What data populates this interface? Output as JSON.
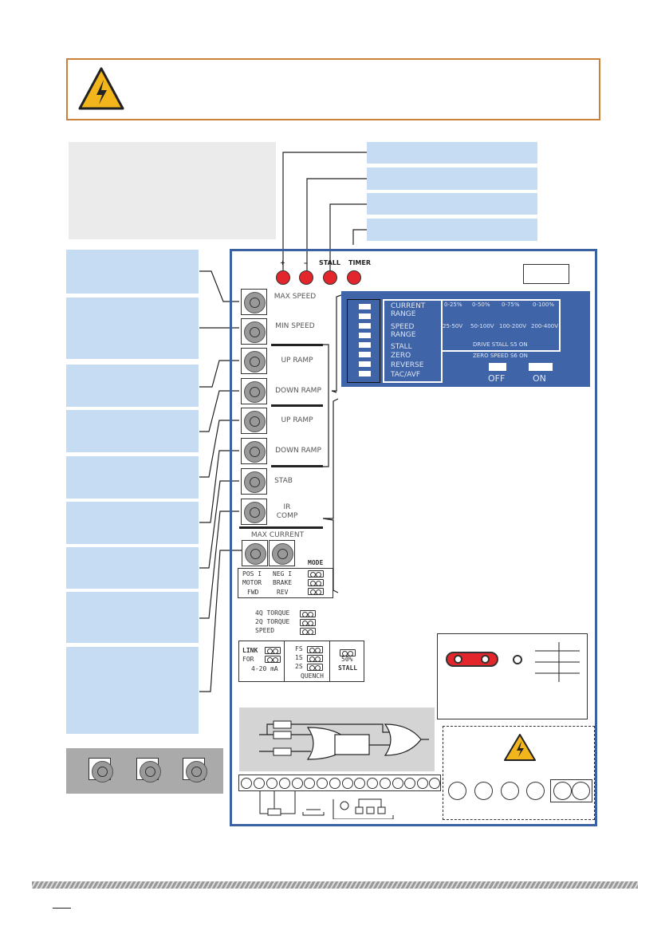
{
  "leds": {
    "plus": "+",
    "minus": "–",
    "stall": "STALL",
    "timer": "TIMER",
    "color": "#e3262c"
  },
  "pots": {
    "max_speed": "MAX SPEED",
    "min_speed": "MIN SPEED",
    "up_ramp_1": "UP RAMP",
    "down_ramp_1": "DOWN RAMP",
    "up_ramp_2": "UP RAMP",
    "down_ramp_2": "DOWN RAMP",
    "stab": "STAB",
    "ir_comp": "IR COMP",
    "max_current": "MAX CURRENT"
  },
  "panel": {
    "current_range": "CURRENT RANGE",
    "current_opts": [
      "0-25%",
      "0-50%",
      "0-75%",
      "0-100%"
    ],
    "speed_range": "SPEED RANGE",
    "speed_opts": [
      "25-50V",
      "50-100V",
      "100-200V",
      "200-400V"
    ],
    "stall": "STALL",
    "zero": "ZERO",
    "reverse": "REVERSE",
    "tac_avf": "TAC/AVF",
    "drive_stall": "DRIVE STALL S5 ON",
    "zero_speed": "ZERO SPEED S6 ON",
    "off": "OFF",
    "on": "ON",
    "color": "#3f64a8"
  },
  "mode": {
    "title": "MODE",
    "pos_i": "POS I",
    "neg_i": "NEG I",
    "motor": "MOTOR",
    "brake": "BRAKE",
    "fwd": "FWD",
    "rev": "REV"
  },
  "torque": {
    "q4": "4Q TORQUE",
    "q2": "2Q TORQUE",
    "speed": "SPEED"
  },
  "link": {
    "link": "LINK",
    "for": "FOR",
    "ma": "4-20 mA"
  },
  "quench": {
    "fs": "FS",
    "s1": "1S",
    "s2": "2S",
    "title": "QUENCH"
  },
  "stall50": {
    "pct": "50%",
    "stall": "STALL"
  }
}
